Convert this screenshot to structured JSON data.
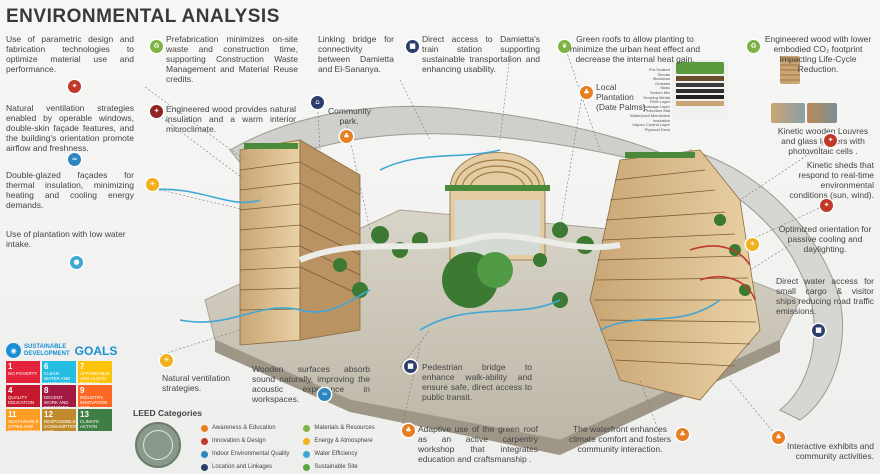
{
  "title": "ENVIRONMENTAL ANALYSIS",
  "colors": {
    "red": "#c0392b",
    "green": "#7cb342",
    "blue": "#2e86c1",
    "yellow": "#f2b01e",
    "orange": "#e67e22",
    "navy": "#2c3e6b",
    "water_arrow": "#3fa7d6",
    "wind_arrow": "#c0392b",
    "timber": "#d9b98a",
    "vegetation": "#3c7a33"
  },
  "annotations": {
    "parametric": "Use of parametric design and fabrication technologies to optimize material use and performance.",
    "prefabrication": "Prefabrication minimizes on-site waste and construction time, supporting Construction Waste Management and Material Reuse credits.",
    "linking_bridge": "Linking bridge for connectivity between Damietta and El-Sananya.",
    "direct_access": "Direct access to Damietta's train station supporting sustainable transportation and enhancing usability.",
    "green_roofs": "Green roofs to allow planting to minimize the urban heat effect and decrease the internal heat gain.",
    "engineered_wood_co2": "Engineered wood with lower embodied CO₂ footprint Impacting Life-Cycle Reduction.",
    "natural_ventilation": "Natural ventilation strategies enabled by operable windows, double-skin façade features, and the building's orientation promote airflow and freshness.",
    "engineered_wood_light": "Engineered wood provides natural insulation and a warm interior microclimate.",
    "community_park": "Community park.",
    "local_plantation": "Local Plantation (Date Palms).",
    "kinetic_louvres": "Kinetic wooden Louvres and glass louvers with photovoltaic cells .",
    "double_glazed": "Double-glazed façades for thermal insulation, minimizing heating and cooling energy demands.",
    "kinetic_sheds": "Kinetic sheds that respond to real-time environmental conditions (sun, wind).",
    "optimized_orientation": "Optimized orientation for passive cooling and daylighting.",
    "plantation_water": "Use of plantation with low water intake.",
    "direct_water": "Direct water access for small cargo & visitor ships reducing road traffic emissions.",
    "natural_ventilation_short": "Natural ventilation strategies.",
    "wooden_surfaces": "Wooden surfaces absorb sound naturally, improving the acoustic experience in workspaces.",
    "pedestrian_bridge": "Pedestrian bridge to enhance walk-ability and ensure safe, direct access to public transit.",
    "adaptive_reuse": "Adaptive use of the green roof as an active carpentry workshop that integrates education and craftsmanship .",
    "waterfront": "The waterfront enhances climate comfort and fosters community interaction.",
    "interactive_exhibits": "Interactive exhibits and community activities."
  },
  "green_roof_layers": [
    "Pre-Soaked",
    "Shrubs",
    "Meadows",
    "Grasses",
    "Moss",
    "Sedum Mix",
    "Growing Media",
    "Filter Layer",
    "Drainage Layer",
    "Protection Mat",
    "Waterproof Membrane",
    "Insulation",
    "Vapour Control Layer",
    "Plywood Deck"
  ],
  "sdg": {
    "line1": "SUSTAINABLE",
    "line2": "DEVELOPMENT",
    "goals_word": "GOALS",
    "tiles": [
      {
        "num": "1",
        "label": "NO POVERTY",
        "color": "#e5243b"
      },
      {
        "num": "6",
        "label": "CLEAN WATER AND SANITATION",
        "color": "#26bde2"
      },
      {
        "num": "7",
        "label": "AFFORDABLE AND CLEAN ENERGY",
        "color": "#fcc30b"
      },
      {
        "num": "4",
        "label": "QUALITY EDUCATION",
        "color": "#c5192d"
      },
      {
        "num": "8",
        "label": "DECENT WORK AND ECONOMIC GROWTH",
        "color": "#a21942"
      },
      {
        "num": "9",
        "label": "INDUSTRY, INNOVATION AND INFRASTRUCTURE",
        "color": "#fd6925"
      },
      {
        "num": "11",
        "label": "SUSTAINABLE CITIES AND COMMUNITIES",
        "color": "#fd9d24"
      },
      {
        "num": "12",
        "label": "RESPONSIBLE CONSUMPTION AND PRODUCTION",
        "color": "#bf8b2e"
      },
      {
        "num": "13",
        "label": "CLIMATE ACTION",
        "color": "#3f7e44"
      }
    ]
  },
  "leed": {
    "title": "LEED Categories",
    "items": [
      {
        "label": "Awareness & Education",
        "color": "#e67e22"
      },
      {
        "label": "Innovation & Design",
        "color": "#c0392b"
      },
      {
        "label": "Indoor Environmental Quality",
        "color": "#2e86c1"
      },
      {
        "label": "Location and Linkages",
        "color": "#2c3e6b"
      },
      {
        "label": "Materials & Resources",
        "color": "#7cb342"
      },
      {
        "label": "Energy & Atmosphere",
        "color": "#f2b01e"
      },
      {
        "label": "Water Efficiency",
        "color": "#3fa7d6"
      },
      {
        "label": "Sustainable Site",
        "color": "#56a845"
      }
    ]
  },
  "icons": [
    "recycle-icon",
    "tree-icon",
    "sun-icon",
    "water-drop-icon",
    "wind-icon",
    "bus-icon",
    "leaf-icon",
    "book-icon"
  ]
}
